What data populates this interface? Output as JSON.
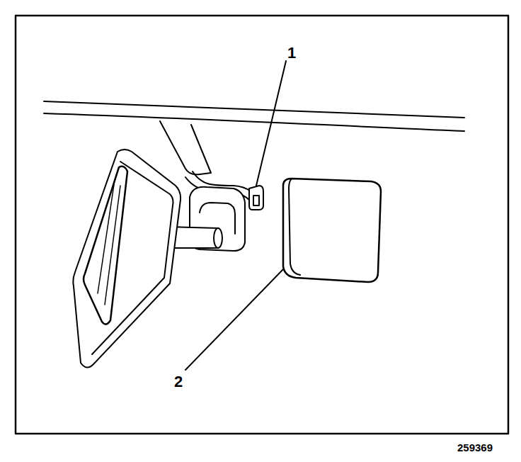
{
  "diagram": {
    "labels": [
      "1",
      "2",
      "259369"
    ]
  }
}
